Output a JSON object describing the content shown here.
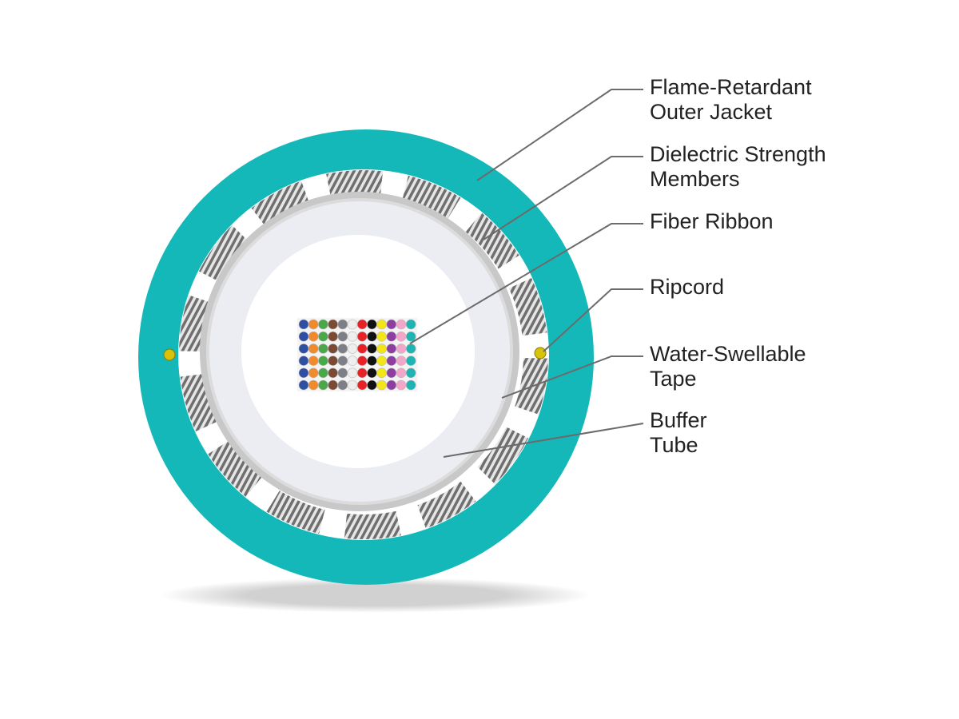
{
  "colors": {
    "jacket": "#15b8b8",
    "strength_member_dark": "#6f6f6f",
    "strength_member_light": "#e6e6e6",
    "tape": "#c8c8c8",
    "buffer_tube": "#ecedf3",
    "core": "#ffffff",
    "ripcord": "#d8c20a",
    "leader": "#6b6b6b",
    "text": "#222222"
  },
  "fiber_colors": [
    "#2f4fa3",
    "#f08a2c",
    "#4aa84a",
    "#7a4a34",
    "#7d7f88",
    "#eeeeee",
    "#e62228",
    "#111111",
    "#f2e51a",
    "#8c3fa0",
    "#f3a6c8",
    "#20b3b3"
  ],
  "labels": [
    {
      "line1": "Flame-Retardant",
      "line2": "Outer Jacket"
    },
    {
      "line1": "Dielectric Strength",
      "line2": "Members"
    },
    {
      "line1": "Fiber Ribbon",
      "line2": ""
    },
    {
      "line1": "Ripcord",
      "line2": ""
    },
    {
      "line1": "Water-Swellable",
      "line2": "Tape"
    },
    {
      "line1": "Buffer",
      "line2": "Tube"
    }
  ]
}
